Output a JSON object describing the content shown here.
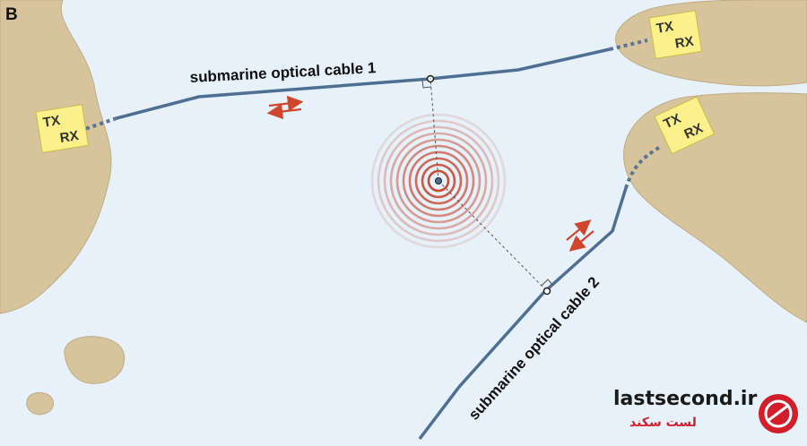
{
  "figure": {
    "panel_letter": "B"
  },
  "cables": {
    "cable1_label": "submarine optical cable 1",
    "cable2_label": "submarine optical cable 2"
  },
  "transceivers": [
    {
      "tx": "TX",
      "rx": "RX"
    },
    {
      "tx": "TX",
      "rx": "RX"
    },
    {
      "tx": "TX",
      "rx": "RX"
    }
  ],
  "watermark": {
    "latin": "lastsecond.ir",
    "persian": "لست سکند"
  },
  "colors": {
    "sea": "#e6f1f9",
    "land": "#d7c39c",
    "cable": "#4f6f92",
    "arrow": "#d0452b",
    "box": "#fbf08a",
    "ring": "#c9432d"
  }
}
